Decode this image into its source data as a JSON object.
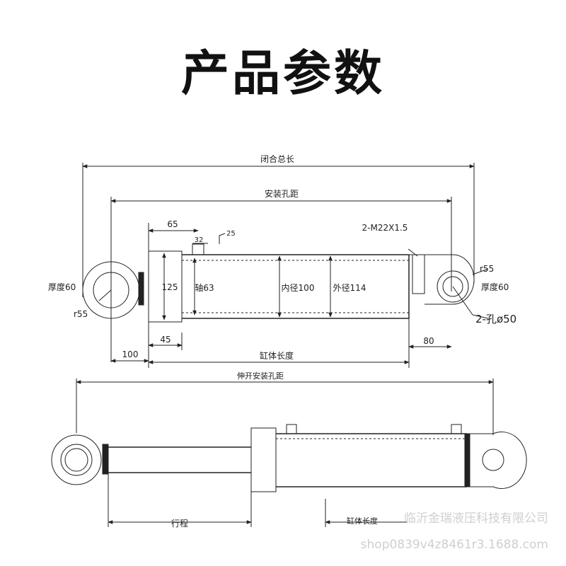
{
  "page_title": "产品参数",
  "labels": {
    "closed_total_length": "闭合总长",
    "mount_hole_distance": "安装孔距",
    "dim_65": "65",
    "dim_32": "32",
    "dim_25": "25",
    "thread": "2-M22X1.5",
    "dim_125": "125",
    "rod_63": "轴63",
    "bore_100": "内径100",
    "outer_114": "外径114",
    "thickness_left": "厚度60",
    "thickness_right": "厚度60",
    "r55_left": "r55",
    "r55_right": "r55",
    "hole": "2-孔ø50",
    "dim_45": "45",
    "dim_100": "100",
    "dim_80": "80",
    "barrel_length": "缸体长度",
    "extended_mount_distance": "伸开安装孔距",
    "stroke": "行程",
    "barrel_length_2": "缸体长度"
  },
  "watermark": {
    "company": "临沂金瑞液压科技有限公司",
    "shop": "shop0839v4z8461r3.1688.com"
  }
}
